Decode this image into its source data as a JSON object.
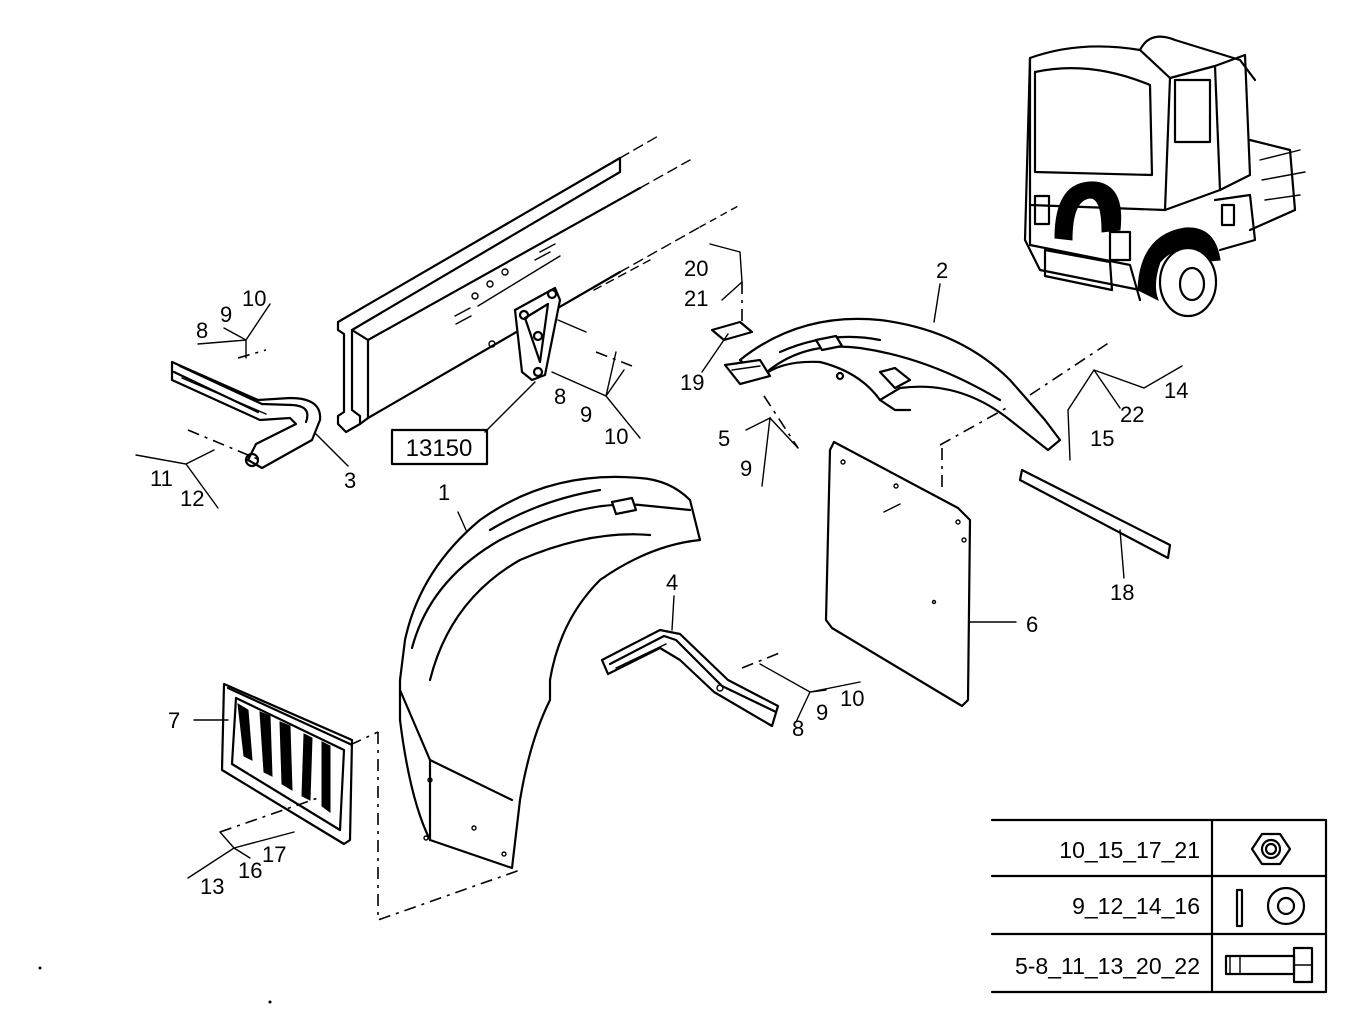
{
  "callouts": {
    "c1": "1",
    "c2": "2",
    "c3": "3",
    "c4": "4",
    "c5": "5",
    "c6": "6",
    "c7": "7",
    "c8a": "8",
    "c9a": "9",
    "c10a": "10",
    "c8b": "8",
    "c9b": "9",
    "c10b": "10",
    "c8c": "8",
    "c9c": "9",
    "c10c": "10",
    "c9d": "9",
    "c11": "11",
    "c12": "12",
    "c13": "13",
    "c14": "14",
    "c15": "15",
    "c16": "16",
    "c17": "17",
    "c18": "18",
    "c19": "19",
    "c20": "20",
    "c21": "21",
    "c22": "22"
  },
  "reference_box": "13150",
  "legend": {
    "rows": [
      {
        "parts": "10_15_17_21",
        "icon": "nut-icon"
      },
      {
        "parts": "9_12_14_16",
        "icon": "washer-icon"
      },
      {
        "parts": "5-8_11_13_20_22",
        "icon": "bolt-icon"
      }
    ]
  }
}
